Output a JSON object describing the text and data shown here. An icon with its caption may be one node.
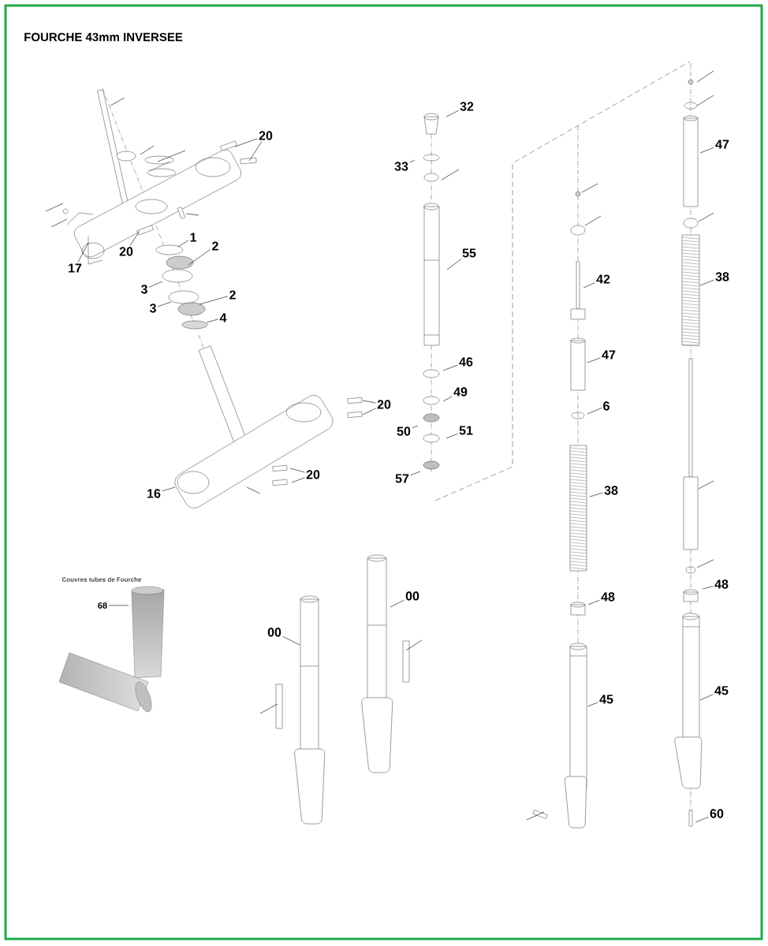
{
  "diagram": {
    "title": "FOURCHE 43mm INVERSEE",
    "nodes": [
      {
        "text": [
          "20"
        ]
      },
      {
        "text": [
          "17"
        ]
      },
      {
        "text": [
          "20"
        ]
      },
      {
        "text": [
          "1"
        ]
      },
      {
        "text": [
          "2"
        ]
      },
      {
        "text": [
          "3"
        ]
      },
      {
        "text": [
          "3"
        ]
      },
      {
        "text": [
          "2"
        ]
      },
      {
        "text": [
          "4"
        ]
      },
      {
        "text": [
          "20"
        ]
      },
      {
        "text": [
          "20"
        ]
      },
      {
        "text": [
          "16"
        ]
      },
      {
        "text": [
          "32"
        ]
      },
      {
        "text": [
          "33"
        ]
      },
      {
        "text": [
          "55"
        ]
      },
      {
        "text": [
          "46"
        ]
      },
      {
        "text": [
          "49"
        ]
      },
      {
        "text": [
          "50"
        ]
      },
      {
        "text": [
          "51"
        ]
      },
      {
        "text": [
          "57"
        ]
      },
      {
        "text": [
          "42"
        ]
      },
      {
        "text": [
          "47"
        ]
      },
      {
        "text": [
          "6"
        ]
      },
      {
        "text": [
          "38"
        ]
      },
      {
        "text": [
          "48"
        ]
      },
      {
        "text": [
          "45"
        ]
      },
      {
        "text": [
          "47"
        ]
      },
      {
        "text": [
          "38"
        ]
      },
      {
        "text": [
          "48"
        ]
      },
      {
        "text": [
          "45"
        ]
      },
      {
        "text": [
          "60"
        ]
      },
      {
        "text": [
          "68"
        ]
      },
      {
        "text": [
          "00"
        ]
      },
      {
        "text": [
          "00"
        ]
      }
    ],
    "edges": [
      {
        "from": 0,
        "to": null,
        "arrow": "none"
      },
      {
        "from": 0,
        "to": null,
        "arrow": "none"
      },
      {
        "from": 1,
        "to": null,
        "arrow": "none"
      },
      {
        "from": 2,
        "to": null,
        "arrow": "none"
      },
      {
        "from": 3,
        "to": null,
        "arrow": "none"
      },
      {
        "from": 4,
        "to": null,
        "arrow": "none"
      },
      {
        "from": 5,
        "to": null,
        "arrow": "none"
      },
      {
        "from": 6,
        "to": null,
        "arrow": "none"
      },
      {
        "from": 7,
        "to": null,
        "arrow": "none"
      },
      {
        "from": 8,
        "to": null,
        "arrow": "none"
      },
      {
        "from": 9,
        "to": null,
        "arrow": "none"
      },
      {
        "from": 9,
        "to": null,
        "arrow": "none"
      },
      {
        "from": 10,
        "to": null,
        "arrow": "none"
      },
      {
        "from": 10,
        "to": null,
        "arrow": "none"
      },
      {
        "from": 11,
        "to": null,
        "arrow": "none"
      },
      {
        "from": 12,
        "to": null,
        "arrow": "none"
      },
      {
        "from": 13,
        "to": null,
        "arrow": "none"
      },
      {
        "from": 14,
        "to": null,
        "arrow": "none"
      },
      {
        "from": 15,
        "to": null,
        "arrow": "none"
      },
      {
        "from": 16,
        "to": null,
        "arrow": "none"
      },
      {
        "from": 17,
        "to": null,
        "arrow": "none"
      },
      {
        "from": 18,
        "to": null,
        "arrow": "none"
      },
      {
        "from": 19,
        "to": null,
        "arrow": "none"
      },
      {
        "from": 20,
        "to": null,
        "arrow": "none"
      },
      {
        "from": 21,
        "to": null,
        "arrow": "none"
      },
      {
        "from": 22,
        "to": null,
        "arrow": "none"
      },
      {
        "from": 23,
        "to": null,
        "arrow": "none"
      },
      {
        "from": 24,
        "to": null,
        "arrow": "none"
      },
      {
        "from": 25,
        "to": null,
        "arrow": "none"
      },
      {
        "from": 26,
        "to": null,
        "arrow": "none"
      },
      {
        "from": 27,
        "to": null,
        "arrow": "none"
      },
      {
        "from": 28,
        "to": null,
        "arrow": "none"
      },
      {
        "from": 29,
        "to": null,
        "arrow": "none"
      },
      {
        "from": 30,
        "to": null,
        "arrow": "none"
      },
      {
        "from": 31,
        "to": null,
        "arrow": "none"
      },
      {
        "from": 32,
        "to": null,
        "arrow": "none"
      },
      {
        "from": 33,
        "to": null,
        "arrow": "none"
      }
    ],
    "labels": [
      "Couvres tubes de Fourche"
    ]
  }
}
